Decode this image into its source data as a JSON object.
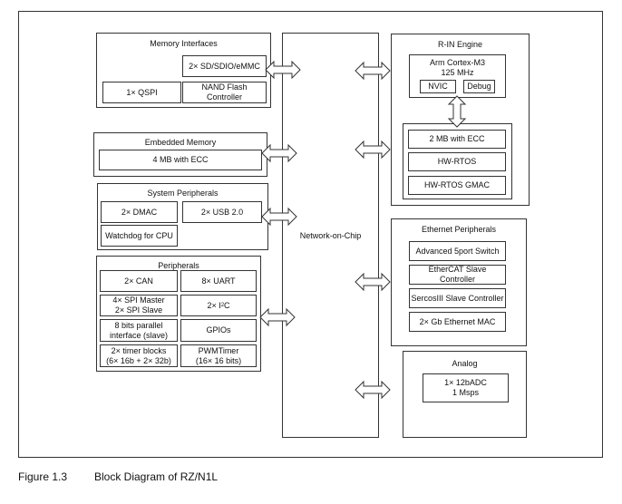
{
  "memory_interfaces": {
    "title": "Memory Interfaces",
    "sd": "2× SD/SDIO/eMMC",
    "qspi": "1× QSPI",
    "nand": "NAND Flash\nController"
  },
  "embedded_memory": {
    "title": "Embedded Memory",
    "ecc": "4 MB with ECC"
  },
  "system_peripherals": {
    "title": "System Peripherals",
    "dmac": "2× DMAC",
    "usb": "2× USB 2.0",
    "watchdog": "Watchdog for CPU"
  },
  "peripherals": {
    "title": "Peripherals",
    "can": "2× CAN",
    "uart": "8× UART",
    "spi": "4× SPI Master\n2× SPI Slave",
    "i2c_prefix": "2× I",
    "i2c_sup": "2",
    "i2c_suffix": "C",
    "parallel": "8 bits parallel\ninterface (slave)",
    "gpio": "GPIOs",
    "timer": "2× timer blocks\n(6× 16b + 2× 32b)",
    "pwm": "PWMTimer\n(16× 16 bits)"
  },
  "noc": {
    "label": "Network-on-Chip"
  },
  "rin_engine": {
    "title": "R-IN Engine",
    "cpu": "Arm Cortex-M3\n125 MHz",
    "nvic": "NVIC",
    "debug": "Debug",
    "ecc": "2 MB with ECC",
    "rtos": "HW-RTOS",
    "gmac": "HW-RTOS GMAC"
  },
  "ethernet_peripherals": {
    "title": "Ethernet Peripherals",
    "switch": "Advanced 5port Switch",
    "ethercat": "EtherCAT Slave Controller",
    "sercos": "SercosIII Slave Controller",
    "gb": "2× Gb Ethernet MAC"
  },
  "analog": {
    "title": "Analog",
    "adc": "1× 12bADC\n1 Msps"
  },
  "caption": {
    "number": "Figure 1.3",
    "text": "Block Diagram of RZ/N1L"
  }
}
